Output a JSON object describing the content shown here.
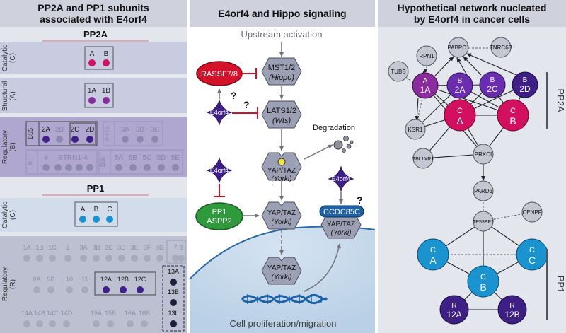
{
  "panel_a": {
    "title_line1": "PP2A and PP1 subunits",
    "title_line2": "associated with E4orf4",
    "pp2a_header": "PP2A",
    "pp1_header": "PP1",
    "row_catalytic_l1": "Catalytic",
    "row_catalytic_l2": "(C)",
    "row_structural_l1": "Structural",
    "row_structural_l2": "(A)",
    "row_regulatory_b_l1": "Regulatory",
    "row_regulatory_b_l2": "(B)",
    "row_regulatory_r_l1": "Regulatory",
    "row_regulatory_r_l2": "(R)",
    "pp2a_c": [
      "A",
      "B"
    ],
    "pp2a_a": [
      "1A",
      "1B"
    ],
    "b55_label": "B55",
    "b55_subunits": [
      "2A",
      "2B",
      "2C",
      "2D"
    ],
    "pr72_label": "PR72",
    "pr72_subunits": [
      "3A",
      "3B",
      "3C"
    ],
    "b_double_prime": "B''",
    "striatin_num": "4",
    "striatin_label": "STRN1-4",
    "b56_label": "B56",
    "b56_subunits": [
      "5A",
      "5B",
      "5C",
      "5D",
      "5E"
    ],
    "pp1_c": [
      "A",
      "B",
      "C"
    ],
    "pp1_r_row1": [
      "1A",
      "1B",
      "1C",
      "2",
      "3A",
      "3B",
      "3C",
      "3D",
      "3E",
      "3F",
      "3G",
      "7",
      "8"
    ],
    "pp1_r_row2": [
      "9A",
      "9B",
      "10",
      "11"
    ],
    "pp1_r_row2_bound": [
      "12A",
      "12B",
      "12C"
    ],
    "pp1_r_row3": [
      "14A",
      "14B",
      "14C",
      "14D",
      "15A",
      "15B",
      "16A",
      "16B"
    ],
    "pp1_r_13": [
      "13A",
      "13B",
      "13L"
    ]
  },
  "panel_b": {
    "title": "E4orf4 and Hippo signaling",
    "upstream": "Upstream activation",
    "mst_l1": "MST1/2",
    "mst_l2": "(Hippo)",
    "lats_l1": "LATS1/2",
    "lats_l2": "(Wts)",
    "yap_l1": "YAP/TAZ",
    "yap_l2": "(Yorki)",
    "rassf": "RASSF7/8",
    "e4orf4": "E4orf4",
    "question": "?",
    "pp1_l1": "PP1",
    "pp1_l2": "ASPP2",
    "degradation": "Degradation",
    "ccdc": "CCDC85C",
    "dna_caption": "Cell proliferation/migration"
  },
  "panel_c": {
    "title_line1": "Hypothetical network nucleated",
    "title_line2": "by E4orf4 in cancer cells",
    "pp2a_label": "PP2A",
    "pp1_label": "PP1",
    "small_nodes": [
      "RPN1",
      "PABPC1",
      "TNRC6B",
      "TUBB",
      "KSR1",
      "TBL1XR1",
      "PRKCI",
      "PARD3",
      "TP53BP2",
      "CENPF"
    ],
    "pp2a_nodes": [
      {
        "top": "A",
        "bottom": "1A"
      },
      {
        "top": "B",
        "bottom": "2A"
      },
      {
        "top": "B",
        "bottom": "2C"
      },
      {
        "top": "B",
        "bottom": "2D"
      },
      {
        "top": "C",
        "bottom": "A"
      },
      {
        "top": "C",
        "bottom": "B"
      }
    ],
    "pp1_nodes": [
      {
        "top": "C",
        "bottom": "A"
      },
      {
        "top": "C",
        "bottom": "C"
      },
      {
        "top": "C",
        "bottom": "B"
      },
      {
        "top": "R",
        "bottom": "12A"
      },
      {
        "top": "R",
        "bottom": "12B"
      }
    ]
  },
  "colors": {
    "panel_bg": "#e4e6ee",
    "title_band": "#cfd1dd",
    "row_bg": "#c9cbe0",
    "regulatory_bg": "#b0a7d0",
    "pp1_r_bg": "#bcc0d0",
    "magenta": "#d2105f",
    "purple_dark": "#3e1f86",
    "purple_mid": "#6a2cb0",
    "violet": "#8a2b9e",
    "cyan": "#1a93cf",
    "navy": "#1b1f3a",
    "hex_gray": "#9ca0b4",
    "red": "#d4132b",
    "green": "#2e9a3c",
    "blue_dark": "#1d62a8",
    "membrane": "#2a6aa8",
    "node_gray": "#c4c6d2"
  }
}
